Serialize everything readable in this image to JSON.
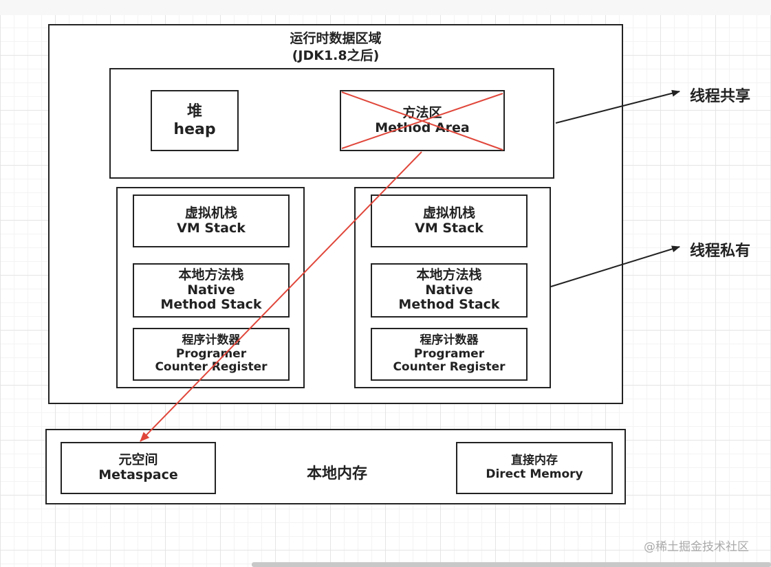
{
  "title": {
    "line1": "运行时数据区域",
    "line2": "(JDK1.8之后)"
  },
  "heap": {
    "cn": "堆",
    "en": "heap"
  },
  "method_area": {
    "cn": "方法区",
    "en": "Method Area"
  },
  "threads": [
    {
      "vm_stack": {
        "cn": "虚拟机栈",
        "en": "VM Stack"
      },
      "native_stack": {
        "cn": "本地方法栈",
        "en1": "Native",
        "en2": "Method Stack"
      },
      "pc": {
        "cn": "程序计数器",
        "en1": "Programer",
        "en2": "Counter Register"
      }
    },
    {
      "vm_stack": {
        "cn": "虚拟机栈",
        "en": "VM Stack"
      },
      "native_stack": {
        "cn": "本地方法栈",
        "en1": "Native",
        "en2": "Method Stack"
      },
      "pc": {
        "cn": "程序计数器",
        "en1": "Programer",
        "en2": "Counter Register"
      }
    }
  ],
  "labels": {
    "shared": "线程共享",
    "private": "线程私有"
  },
  "native_memory": {
    "title": "本地内存",
    "metaspace": {
      "cn": "元空间",
      "en": "Metaspace"
    },
    "direct": {
      "cn": "直接内存",
      "en": "Direct Memory"
    }
  },
  "watermark": "@稀土掘金技术社区",
  "colors": {
    "line": "#222222",
    "cross": "#e0463a",
    "arrow": "#e0463a"
  }
}
